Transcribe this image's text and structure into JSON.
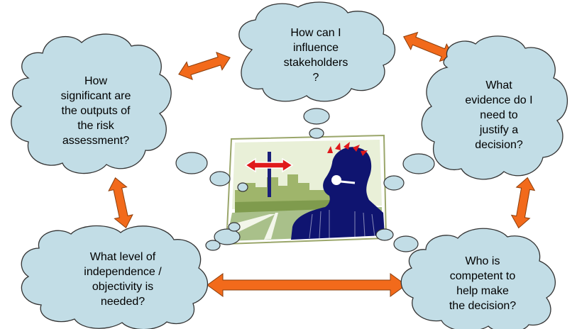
{
  "clouds": {
    "stakeholders": "How can I\ninfluence\nstakeholders\n?",
    "significance": "How\nsignificant are\nthe outputs of\nthe risk\nassessment?",
    "evidence": "What\nevidence do I\nneed to\njustify a\ndecision?",
    "independence": "What level of\nindependence /\nobjectivity is\nneeded?",
    "competence": "Who is\ncompetent to\nhelp make\nthe decision?"
  },
  "colors": {
    "cloud_fill": "#c2dde6",
    "arrow_fill": "#f26a1b",
    "person": "#0f1470",
    "sky": "#e9f0d8",
    "sign_arrow": "#e0191b"
  },
  "icons": {
    "center_image": "thinking-person-crossroads-icon"
  }
}
